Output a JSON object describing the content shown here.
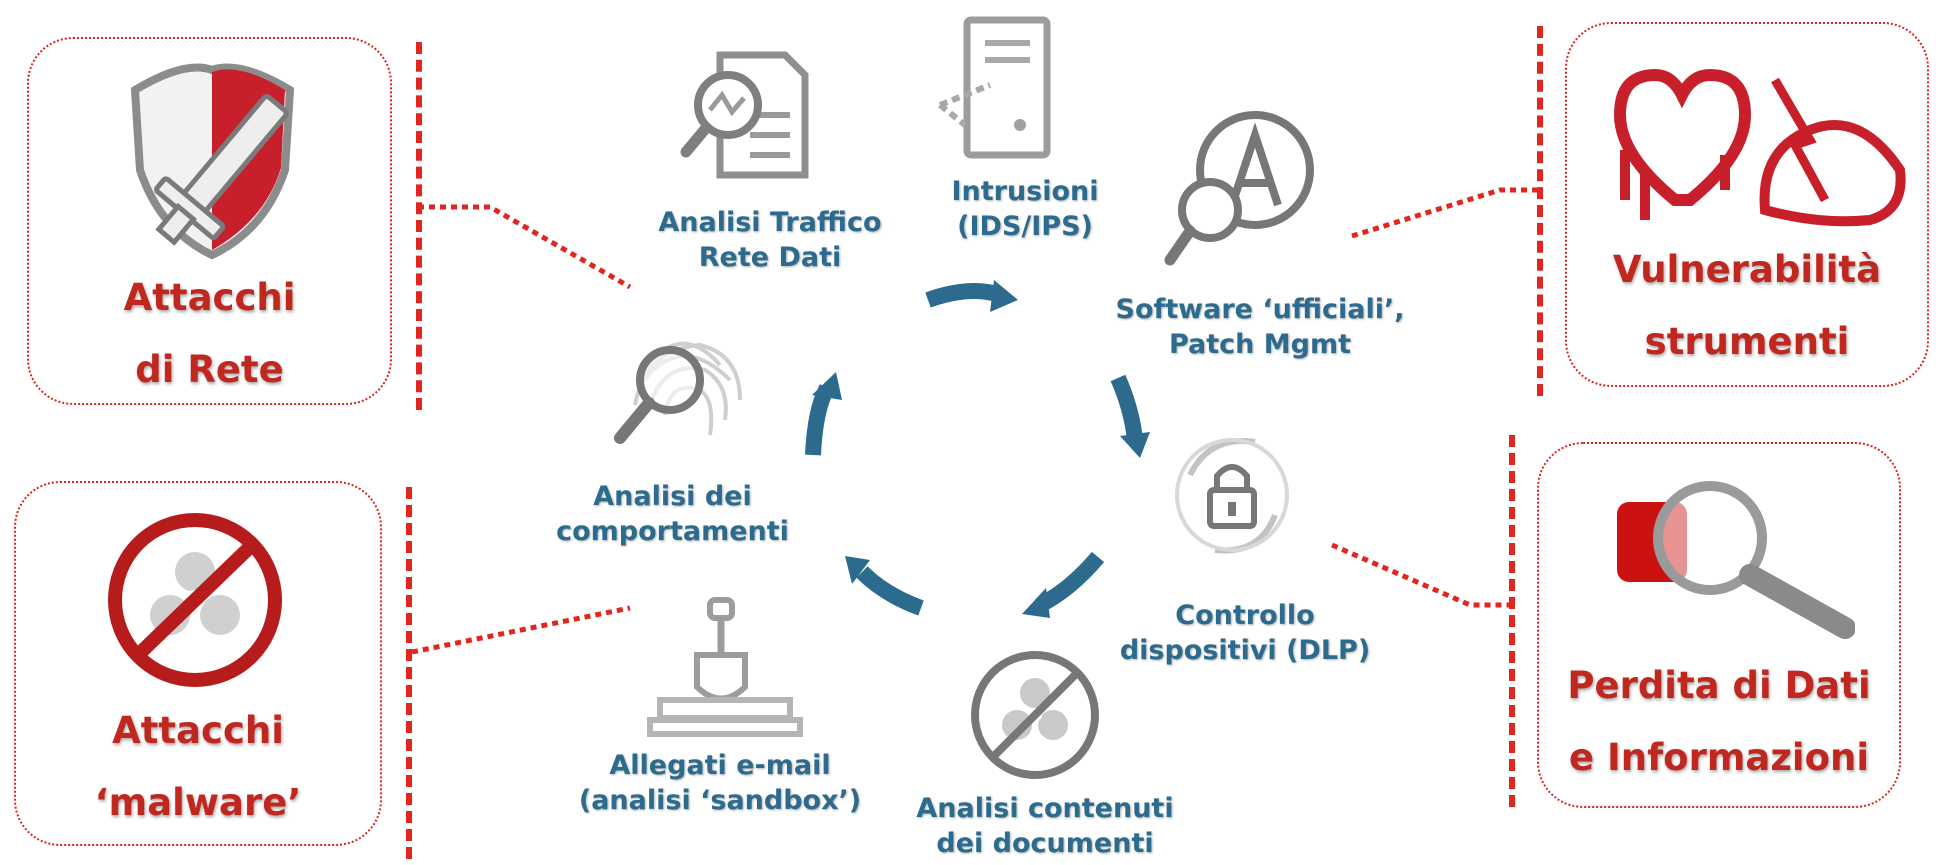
{
  "threats": [
    {
      "id": "network",
      "line1": "Attacchi",
      "line2": "di Rete"
    },
    {
      "id": "malware",
      "line1": "Attacchi",
      "line2": "‘malware’"
    },
    {
      "id": "vulnerabilities",
      "line1": "Vulnerabilità",
      "line2": "strumenti"
    },
    {
      "id": "data-loss",
      "line1": "Perdita di Dati",
      "line2": "e Informazioni"
    }
  ],
  "controls": [
    {
      "id": "traffic",
      "line1": "Analisi Traffico",
      "line2": "Rete Dati",
      "icon": "document-search-icon"
    },
    {
      "id": "intrusion",
      "line1": "Intrusioni",
      "line2": "(IDS/IPS)",
      "icon": "server-intrusion-icon"
    },
    {
      "id": "software",
      "line1": "Software ‘ufficiali’,",
      "line2": "Patch Mgmt",
      "icon": "app-search-icon"
    },
    {
      "id": "devices",
      "line1": "Controllo",
      "line2": "dispositivi (DLP)",
      "icon": "lock-cycle-icon"
    },
    {
      "id": "documents",
      "line1": "Analisi contenuti",
      "line2": "dei documenti",
      "icon": "biohazard-blocked-icon"
    },
    {
      "id": "email",
      "line1": "Allegati e-mail",
      "line2": "(analisi ‘sandbox’)",
      "icon": "shovel-sandbox-icon"
    },
    {
      "id": "behavior",
      "line1": "Analisi dei",
      "line2": "comportamenti",
      "icon": "fingerprint-search-icon"
    }
  ],
  "colors": {
    "threat": "#c0271f",
    "control": "#2c6b8e",
    "dotted": "#e0261e",
    "icon_gray": "#9a9a9a"
  }
}
